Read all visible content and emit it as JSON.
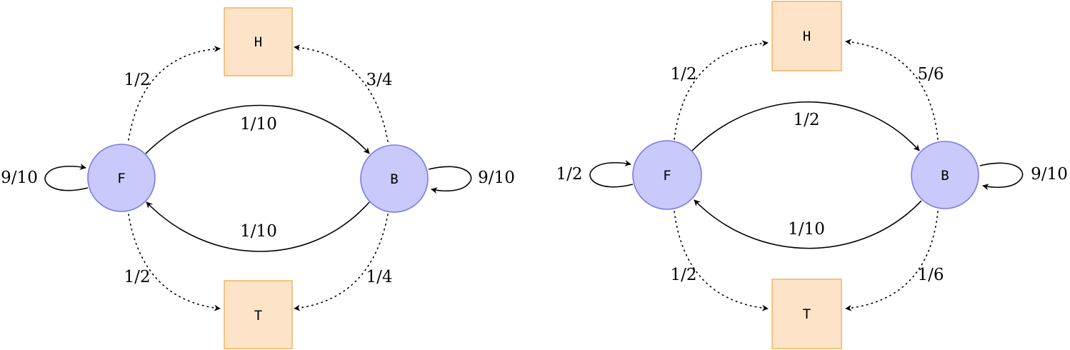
{
  "diagrams": [
    {
      "nodes": {
        "F": "F",
        "B": "B",
        "H": "H",
        "T": "T"
      },
      "labels": {
        "F_self": "9/10",
        "B_self": "9/10",
        "F_to_B": "1/10",
        "B_to_F": "1/10",
        "F_to_H": "1/2",
        "F_to_T": "1/2",
        "B_to_H": "3/4",
        "B_to_T": "1/4"
      }
    },
    {
      "nodes": {
        "F": "F",
        "B": "B",
        "H": "H",
        "T": "T"
      },
      "labels": {
        "F_self": "1/2",
        "B_self": "9/10",
        "F_to_B": "1/2",
        "B_to_F": "1/10",
        "F_to_H": "1/2",
        "F_to_T": "1/2",
        "B_to_H": "5/6",
        "B_to_T": "1/6"
      }
    }
  ],
  "colors": {
    "state_fill": "#c9c9fb",
    "state_stroke": "#7a7ae6",
    "obs_fill": "#fde4c8",
    "obs_stroke": "#f5b869"
  }
}
